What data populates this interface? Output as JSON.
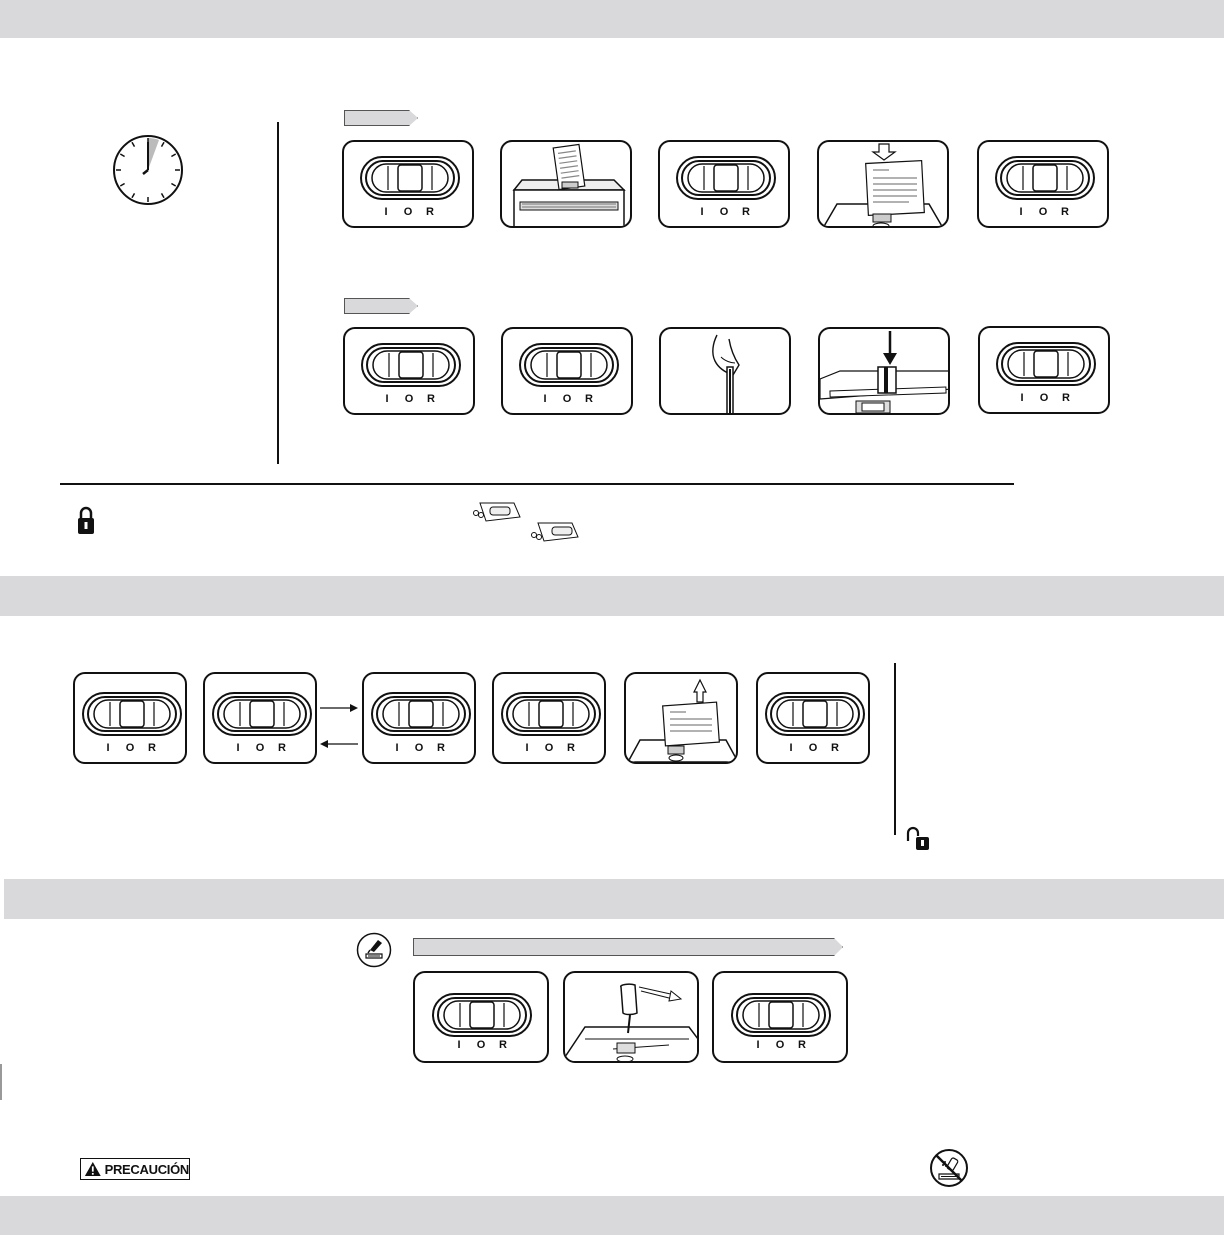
{
  "switch_labels": {
    "on": "I",
    "off": "O",
    "reverse": "R"
  },
  "caution": {
    "label": "PRECAUCIÓN",
    "color": "#111111"
  },
  "icons": [
    "clock-icon",
    "lock-icon",
    "unlock-icon",
    "oil-can-icon",
    "no-aerosol-icon",
    "warning-triangle-icon"
  ],
  "colors": {
    "band": "#d9d9db",
    "line": "#111111"
  }
}
